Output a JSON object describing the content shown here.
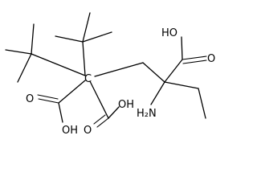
{
  "structure": {
    "atom_labels": {
      "carboxyl_right_oh": "HO",
      "carboxyl_right_o": "O",
      "central_c": "C",
      "carboxyl_left_o": "O",
      "carboxyl_left_oh": "OH",
      "carboxyl_mid_o": "O",
      "carboxyl_mid_oh": "OH",
      "amine": "H₂N"
    },
    "colors": {
      "bond": "#000000",
      "label": "#000000",
      "background": "#ffffff"
    }
  }
}
